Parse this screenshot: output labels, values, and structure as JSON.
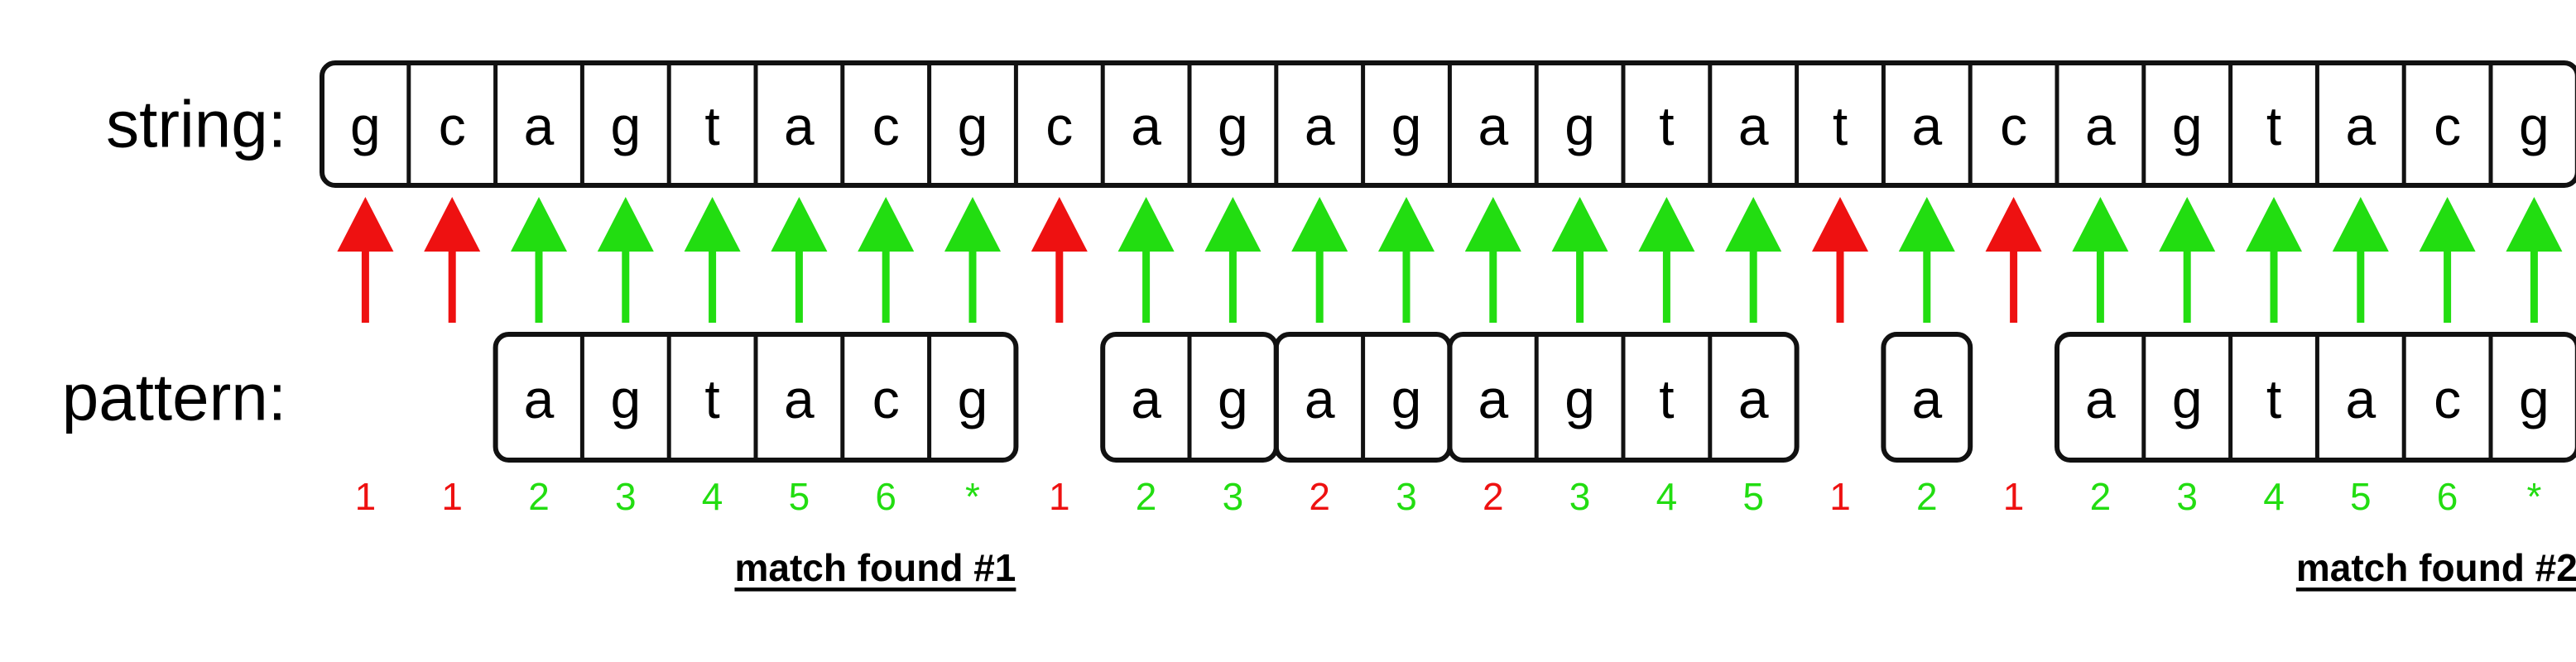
{
  "labels": {
    "string": "string:",
    "pattern": "pattern:"
  },
  "colors": {
    "match": "#22dd11",
    "mismatch": "#ee1111",
    "border": "#111111"
  },
  "string_chars": [
    "g",
    "c",
    "a",
    "g",
    "t",
    "a",
    "c",
    "g",
    "c",
    "a",
    "g",
    "a",
    "g",
    "a",
    "g",
    "t",
    "a",
    "t",
    "a",
    "c",
    "a",
    "g",
    "t",
    "a",
    "c",
    "g"
  ],
  "arrows": [
    "mismatch",
    "mismatch",
    "match",
    "match",
    "match",
    "match",
    "match",
    "match",
    "mismatch",
    "match",
    "match",
    "match",
    "match",
    "match",
    "match",
    "match",
    "match",
    "mismatch",
    "match",
    "mismatch",
    "match",
    "match",
    "match",
    "match",
    "match",
    "match"
  ],
  "pattern_groups": [
    {
      "start": 2,
      "chars": [
        "a",
        "g",
        "t",
        "a",
        "c",
        "g"
      ]
    },
    {
      "start": 9,
      "chars": [
        "a",
        "g"
      ]
    },
    {
      "start": 11,
      "chars": [
        "a",
        "g"
      ]
    },
    {
      "start": 13,
      "chars": [
        "a",
        "g",
        "t",
        "a"
      ]
    },
    {
      "start": 18,
      "chars": [
        "a"
      ]
    },
    {
      "start": 20,
      "chars": [
        "a",
        "g",
        "t",
        "a",
        "c",
        "g"
      ]
    }
  ],
  "steps": [
    {
      "text": "1",
      "status": "mismatch"
    },
    {
      "text": "1",
      "status": "mismatch"
    },
    {
      "text": "2",
      "status": "match"
    },
    {
      "text": "3",
      "status": "match"
    },
    {
      "text": "4",
      "status": "match"
    },
    {
      "text": "5",
      "status": "match"
    },
    {
      "text": "6",
      "status": "match"
    },
    {
      "text": "*",
      "status": "match"
    },
    {
      "text": "1",
      "status": "mismatch"
    },
    {
      "text": "2",
      "status": "match"
    },
    {
      "text": "3",
      "status": "match"
    },
    {
      "text": "2",
      "status": "mismatch"
    },
    {
      "text": "3",
      "status": "match"
    },
    {
      "text": "2",
      "status": "mismatch"
    },
    {
      "text": "3",
      "status": "match"
    },
    {
      "text": "4",
      "status": "match"
    },
    {
      "text": "5",
      "status": "match"
    },
    {
      "text": "1",
      "status": "mismatch"
    },
    {
      "text": "2",
      "status": "match"
    },
    {
      "text": "1",
      "status": "mismatch"
    },
    {
      "text": "2",
      "status": "match"
    },
    {
      "text": "3",
      "status": "match"
    },
    {
      "text": "4",
      "status": "match"
    },
    {
      "text": "5",
      "status": "match"
    },
    {
      "text": "6",
      "status": "match"
    },
    {
      "text": "*",
      "status": "match"
    }
  ],
  "captions": [
    {
      "text": "match found #1",
      "end_index": 7
    },
    {
      "text": "match found #2",
      "end_index": 25
    }
  ]
}
